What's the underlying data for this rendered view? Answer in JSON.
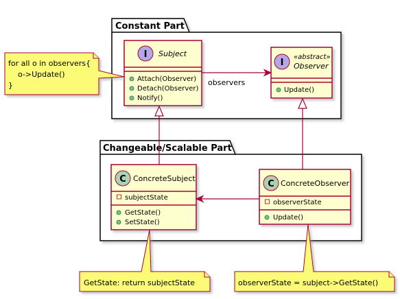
{
  "packages": {
    "constant": {
      "name": "Constant Part"
    },
    "changeable": {
      "name": "Changeable/Scalable Part"
    }
  },
  "classes": {
    "subject": {
      "kind": "I",
      "name": "Subject",
      "methods": [
        "Attach(Observer)",
        "Detach(Observer)",
        "Notify()"
      ]
    },
    "observer": {
      "kind": "I",
      "stereotype": "«abstract»",
      "name": "Observer",
      "methods": [
        "Update()"
      ]
    },
    "concrete_subject": {
      "kind": "C",
      "name": "ConcreteSubject",
      "fields": [
        "subjectState"
      ],
      "methods": [
        "GetState()",
        "SetState()"
      ]
    },
    "concrete_observer": {
      "kind": "C",
      "name": "ConcreteObserver",
      "fields": [
        "observerState"
      ],
      "methods": [
        "Update()"
      ]
    }
  },
  "relations": {
    "observers_label": "observers"
  },
  "notes": {
    "notify": [
      "for all o in observers{",
      "    o->Update()",
      "}"
    ],
    "get_state": "GetState: return subjectState",
    "observer_state": "observerState = subject->GetState()"
  },
  "colors": {
    "class_fill": "#FEFECE",
    "class_border": "#A80036",
    "note_fill": "#FBFB77",
    "interface_circle": "#B4A7E5",
    "class_circle": "#ADD1B2",
    "public_dot": "#84BE84",
    "private_square": "#C82930"
  }
}
